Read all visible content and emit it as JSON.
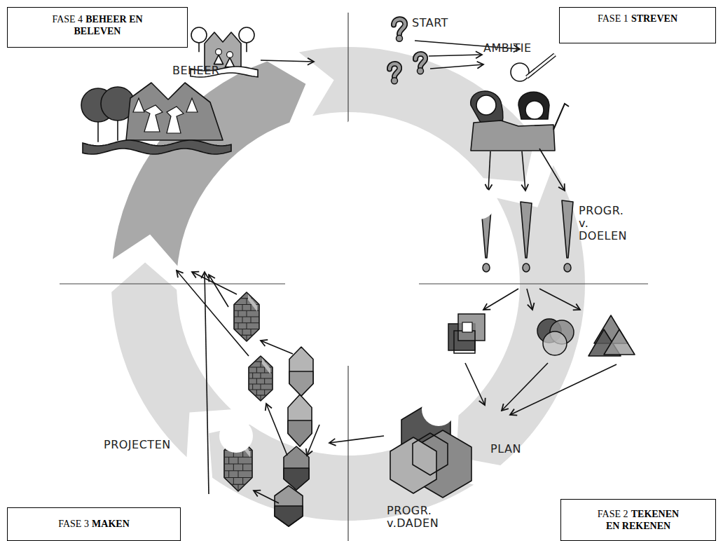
{
  "diagram": {
    "nodes": [
      {
        "text": [
          "FASE 4",
          "BEHEER EN BELEVEN"
        ]
      },
      {
        "text": [
          "FASE 1",
          "STREVEN"
        ]
      },
      {
        "text": [
          "FASE 3",
          "MAKEN"
        ]
      },
      {
        "text": [
          "FASE 2",
          "TEKENEN EN REKENEN"
        ]
      }
    ],
    "labels": [
      "START",
      "AMBITIE",
      "PROGR. v. DOELEN",
      "PLAN",
      "PROGR. v.DADEN",
      "PROJECTEN",
      "BEHEER"
    ]
  }
}
